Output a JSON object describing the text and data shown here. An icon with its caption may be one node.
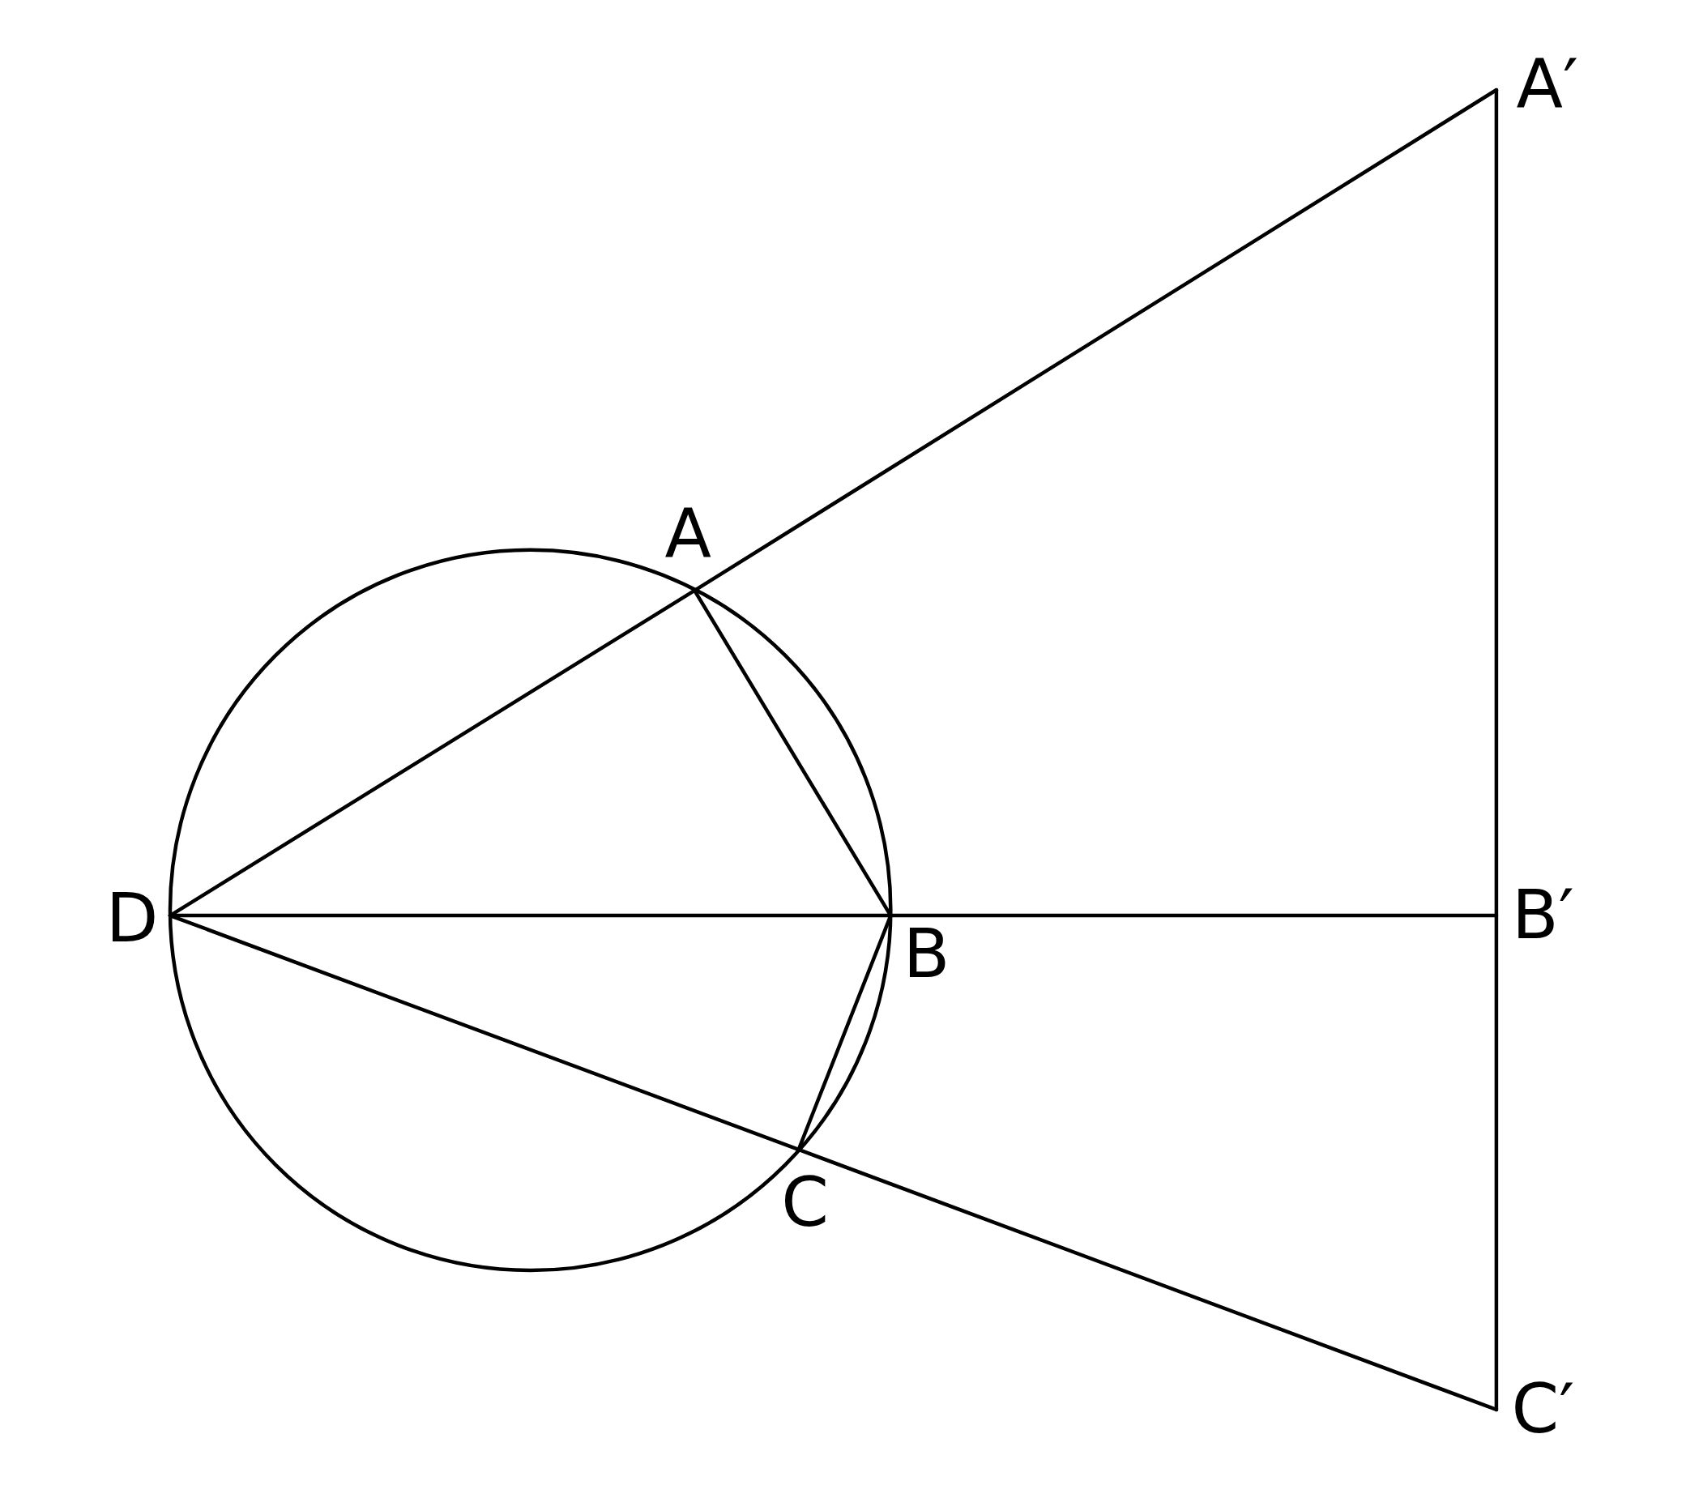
{
  "diagram": {
    "nodes": [
      {
        "text": [
          "A′"
        ]
      },
      {
        "text": [
          "A"
        ]
      },
      {
        "text": [
          "D"
        ]
      },
      {
        "text": [
          "B"
        ]
      },
      {
        "text": [
          "B′"
        ]
      },
      {
        "text": [
          "C"
        ]
      },
      {
        "text": [
          "C′"
        ]
      }
    ],
    "edges": [
      {
        "from": 2,
        "to": 1,
        "arrow": "none"
      },
      {
        "from": 1,
        "to": 0,
        "arrow": "none"
      },
      {
        "from": 0,
        "to": 4,
        "arrow": "none"
      },
      {
        "from": 4,
        "to": 6,
        "arrow": "none"
      },
      {
        "from": 6,
        "to": 5,
        "arrow": "none"
      },
      {
        "from": 5,
        "to": 2,
        "arrow": "none"
      },
      {
        "from": 2,
        "to": 3,
        "arrow": "none"
      },
      {
        "from": 3,
        "to": 4,
        "arrow": "none"
      },
      {
        "from": 1,
        "to": 3,
        "arrow": "none"
      },
      {
        "from": 3,
        "to": 5,
        "arrow": "none"
      }
    ]
  }
}
